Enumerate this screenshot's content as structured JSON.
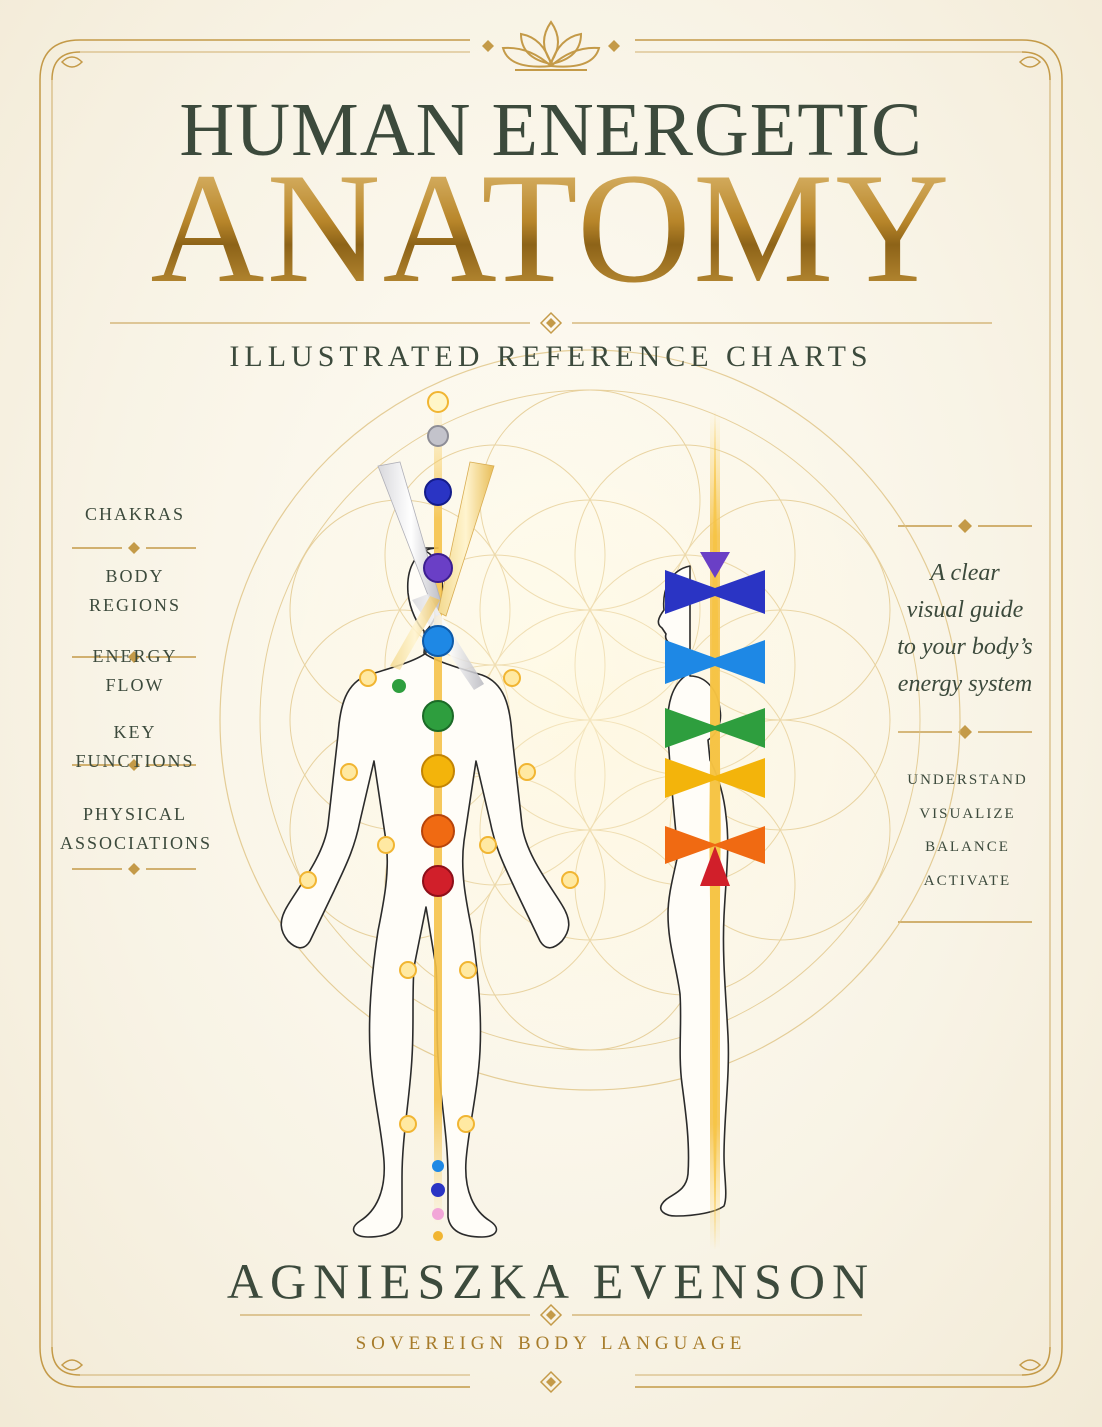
{
  "cover": {
    "title_line1": "HUMAN ENERGETIC",
    "title_line2": "ANATOMY",
    "subtitle": "ILLUSTRATED REFERENCE CHARTS",
    "author": "AGNIESZKA EVENSON",
    "publisher": "SOVEREIGN BODY LANGUAGE"
  },
  "left_menu": [
    "CHAKRAS",
    "BODY\nREGIONS",
    "ENERGY\nFLOW",
    "KEY\nFUNCTIONS",
    "PHYSICAL\nASSOCIATIONS"
  ],
  "tagline": "A clear\nvisual guide\nto your body’s\nenergy system",
  "verbs": [
    "UNDERSTAND",
    "VISUALIZE",
    "BALANCE",
    "ACTIVATE"
  ],
  "colors": {
    "gold": "#b98a2c",
    "ink": "#3c4a3c",
    "background": "#f8f3e6",
    "chakra_crown": "#a9a9b0",
    "chakra_third_eye": "#6a3fc6",
    "chakra_throat": "#1e88e5",
    "chakra_heart": "#2e9e3e",
    "chakra_solar": "#f3b40b",
    "chakra_sacral": "#f06a12",
    "chakra_root": "#d11f2a"
  },
  "icons": [
    "lotus-icon",
    "diamond-ornament-icon",
    "corner-flourish-icon",
    "flower-of-life-pattern",
    "chakra-icon",
    "energy-cone-icon"
  ]
}
